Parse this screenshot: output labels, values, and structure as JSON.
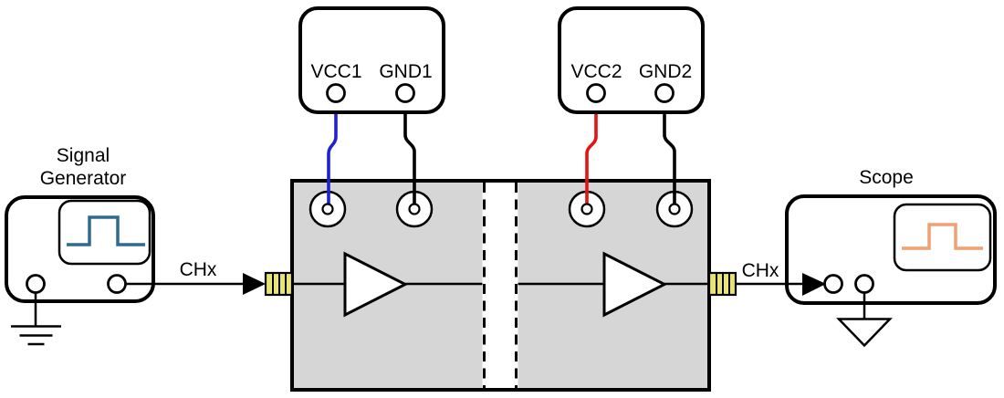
{
  "labels": {
    "signal_generator": "Signal Generator",
    "scope": "Scope",
    "chx_left": "CHx",
    "chx_right": "CHx",
    "vcc1": "VCC1",
    "gnd1": "GND1",
    "vcc2": "VCC2",
    "gnd2": "GND2"
  },
  "icons": {
    "generator_waveform": "pulse-waveform",
    "scope_waveform": "pulse-waveform",
    "ground_left": "earth-ground",
    "ground_right": "chassis-ground",
    "isolation_barrier": "dashed-isolation-barrier",
    "buffers": "right-pointing-buffer-triangles",
    "connectors": "sma-coax-connector"
  },
  "colors": {
    "wire_vcc1": "#2121CE",
    "wire_vcc2": "#E51313",
    "wire_gnd": "#000000",
    "generator_waveform": "#2F6B8D",
    "scope_waveform": "#F0A173",
    "dut_fill": "#D6D6D6",
    "connector_fill": "#E9E473"
  }
}
